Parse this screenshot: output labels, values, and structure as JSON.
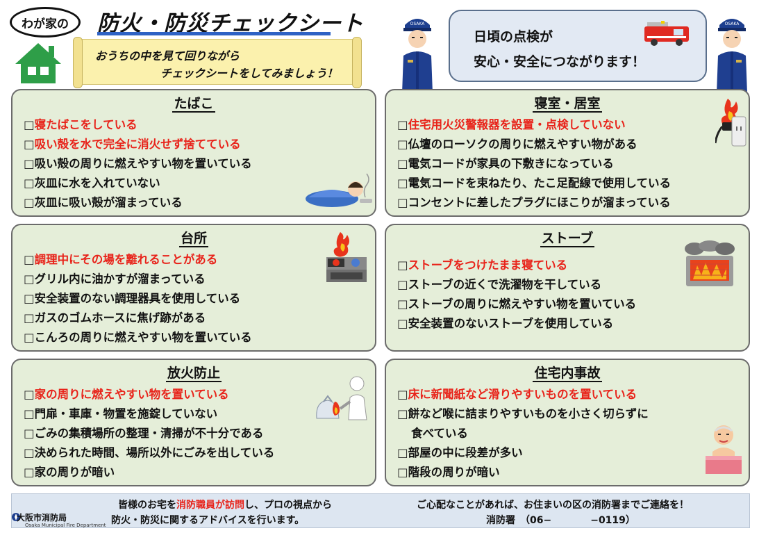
{
  "header": {
    "home_badge": "わが家の",
    "title": "防火・防災チェックシート",
    "banner_line1": "おうちの中を見て回りながら",
    "banner_line2": "チェックシートをしてみましょう！",
    "message_line1": "日頃の点検が",
    "message_line2": "安心・安全につながります！",
    "cap_label": "OSAKA"
  },
  "checkbox_glyph": "□",
  "panels": {
    "tabako": {
      "title": "たばこ",
      "items": [
        "寝たばこをしている",
        "吸い殻を水で完全に消火せず捨てている",
        "吸い殻の周りに燃えやすい物を置いている",
        "灰皿に水を入れていない",
        "灰皿に吸い殻が溜まっている"
      ]
    },
    "shinshitsu": {
      "title": "寝室・居室",
      "items": [
        "住宅用火災警報器を設置・点検していない",
        "仏壇のローソクの周りに燃えやすい物がある",
        "電気コードが家具の下敷きになっている",
        "電気コードを束ねたり、たこ足配線で使用している",
        "コンセントに差したプラグにほこりが溜まっている"
      ]
    },
    "daidokoro": {
      "title": "台所",
      "items": [
        "調理中にその場を離れることがある",
        "グリル内に油かすが溜まっている",
        "安全装置のない調理器具を使用している",
        "ガスのゴムホースに焦げ跡がある",
        "こんろの周りに燃えやすい物を置いている"
      ]
    },
    "stove": {
      "title": "ストーブ",
      "items": [
        "ストーブをつけたまま寝ている",
        "ストーブの近くで洗濯物を干している",
        "ストーブの周りに燃えやすい物を置いている",
        "安全装置のないストーブを使用している"
      ]
    },
    "houka": {
      "title": "放火防止",
      "items": [
        "家の周りに燃えやすい物を置いている",
        "門扉・車庫・物置を施錠していない",
        "ごみの集積場所の整理・清掃が不十分である",
        "決められた時間、場所以外にごみを出している",
        "家の周りが暗い"
      ]
    },
    "jiko": {
      "title": "住宅内事故",
      "items": [
        "床に新聞紙など滑りやすいものを置いている",
        "餅など喉に詰まりやすいものを小さく切らずに",
        "食べている",
        "部屋の中に段差が多い",
        "階段の周りが暗い"
      ]
    }
  },
  "footer": {
    "logo": "大阪市消防局",
    "logo_sub": "Osaka Municipal Fire Department",
    "left_line1_a": "皆様のお宅を",
    "left_line1_hl": "消防職員が訪問",
    "left_line1_b": "し、プロの視点から",
    "left_line2": "防火・防災に関するアドバイスを行います。",
    "right_line1": "ご心配なことがあれば、お住まいの区の消防署までご連絡を！",
    "right_line2": "消防署　（06−　　　　−0119）"
  },
  "colors": {
    "danger_text": "#e8231a",
    "panel_bg": "#e5eed9",
    "footer_bg": "#dde6f1",
    "house_green": "#2e9e48",
    "title_underline": "#2e62c4"
  }
}
